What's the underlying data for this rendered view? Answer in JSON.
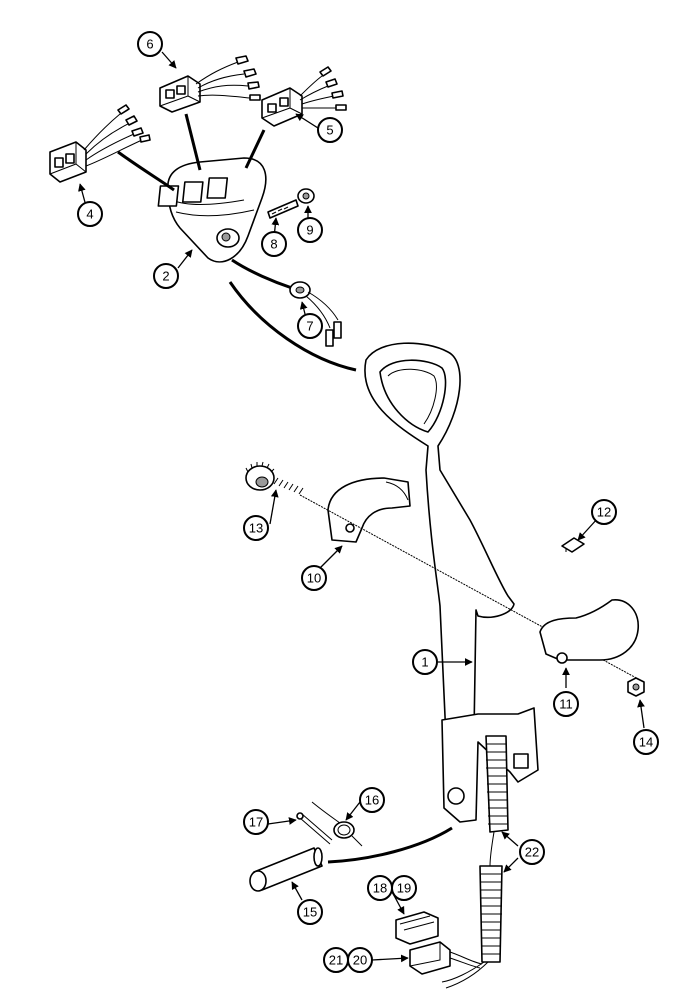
{
  "diagram": {
    "callouts": [
      {
        "id": "c1",
        "label": "1"
      },
      {
        "id": "c2",
        "label": "2"
      },
      {
        "id": "c4",
        "label": "4"
      },
      {
        "id": "c5",
        "label": "5"
      },
      {
        "id": "c6",
        "label": "6"
      },
      {
        "id": "c7",
        "label": "7"
      },
      {
        "id": "c8",
        "label": "8"
      },
      {
        "id": "c9",
        "label": "9"
      },
      {
        "id": "c10",
        "label": "10"
      },
      {
        "id": "c11",
        "label": "11"
      },
      {
        "id": "c12",
        "label": "12"
      },
      {
        "id": "c13",
        "label": "13"
      },
      {
        "id": "c14",
        "label": "14"
      },
      {
        "id": "c15",
        "label": "15"
      },
      {
        "id": "c16",
        "label": "16"
      },
      {
        "id": "c17",
        "label": "17"
      },
      {
        "id": "c18",
        "label": "18"
      },
      {
        "id": "c19",
        "label": "19"
      },
      {
        "id": "c20",
        "label": "20"
      },
      {
        "id": "c21",
        "label": "21"
      },
      {
        "id": "c22",
        "label": "22"
      }
    ],
    "colors": {
      "ink": "#000000",
      "paper": "#ffffff",
      "shade": "#9a9a9a"
    }
  }
}
